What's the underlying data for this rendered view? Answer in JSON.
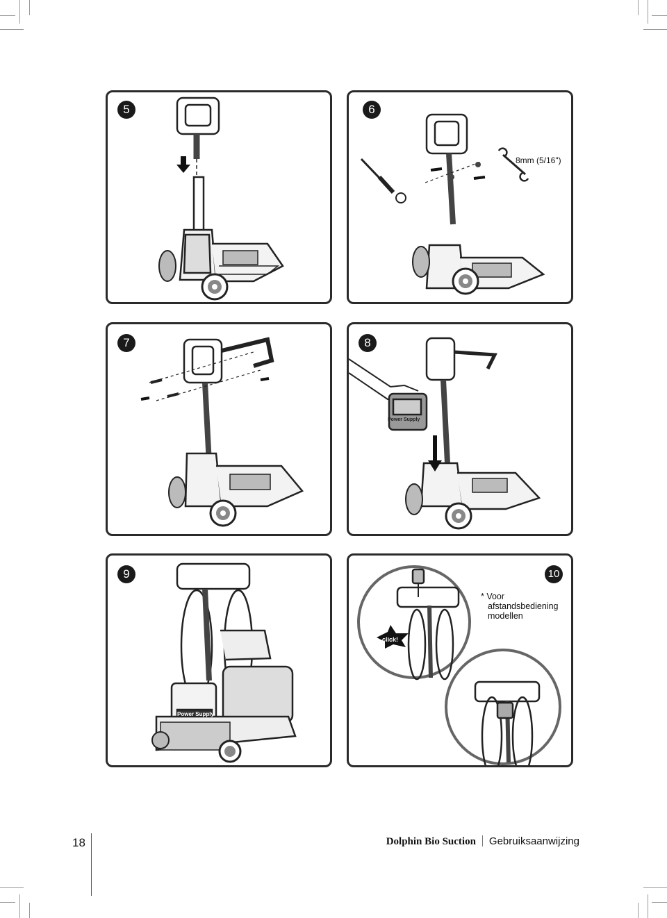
{
  "steps": [
    {
      "num": "5"
    },
    {
      "num": "6",
      "tool_label": "8mm (5/16\")"
    },
    {
      "num": "7"
    },
    {
      "num": "8",
      "device_label": "Power Supply"
    },
    {
      "num": "9",
      "device_label": "Power Supply"
    },
    {
      "num": "10",
      "note_lines": [
        "* Voor",
        "afstandsbediening",
        "modellen"
      ],
      "click_label": "click!"
    }
  ],
  "footer": {
    "page_number": "18",
    "product": "Dolphin Bio Suction",
    "section": "Gebruiksaanwijzing"
  }
}
